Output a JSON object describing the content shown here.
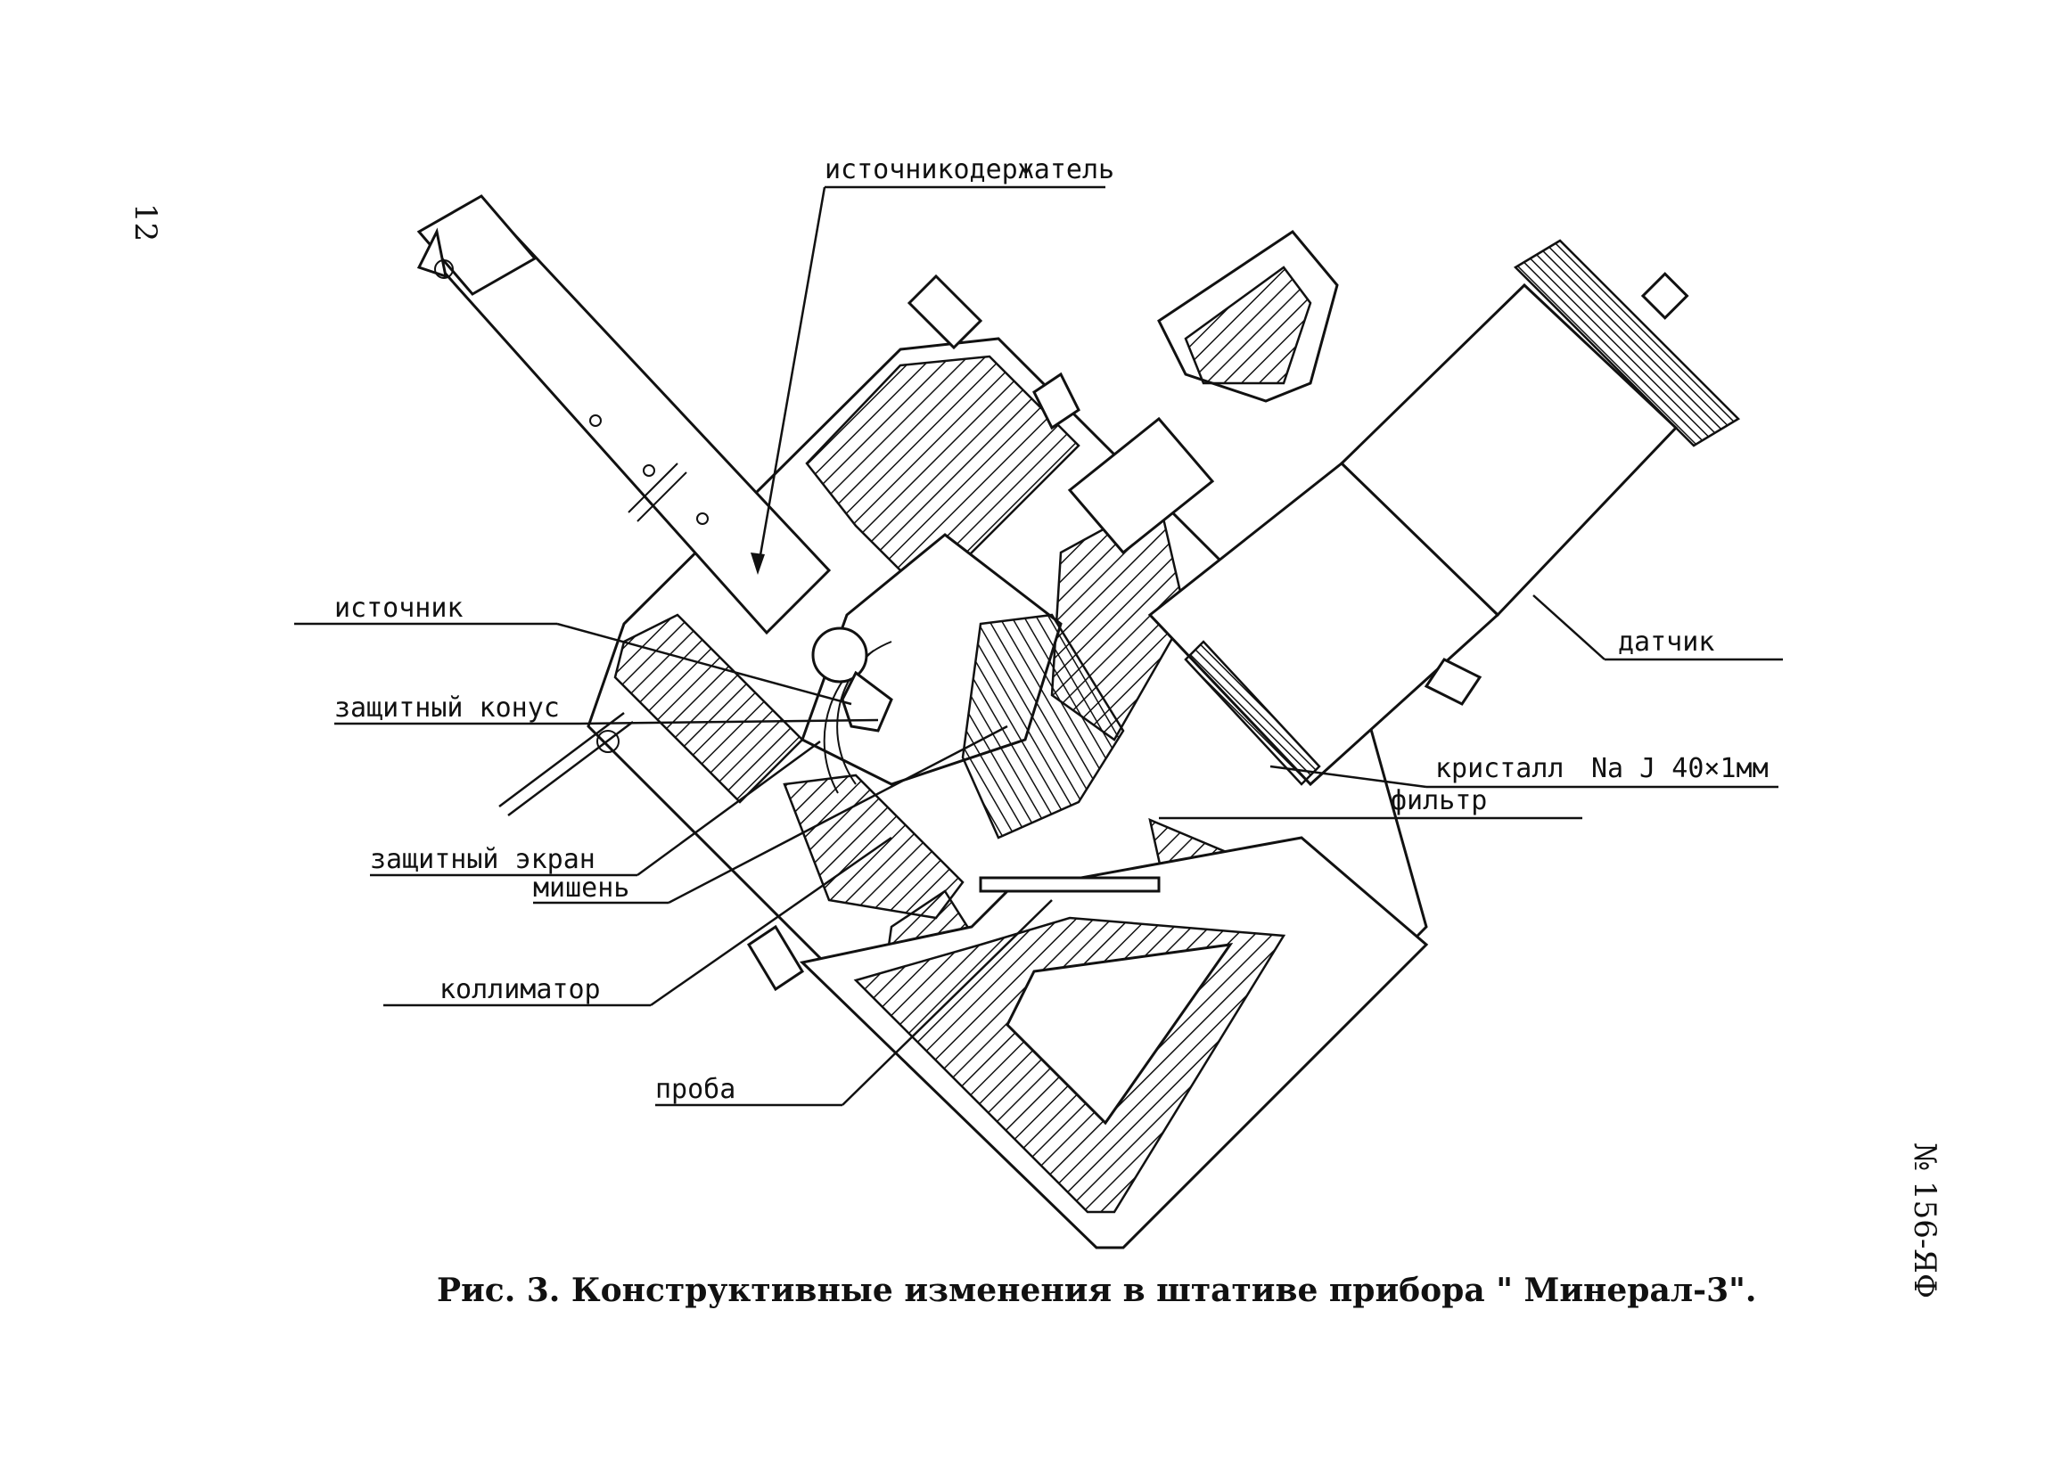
{
  "page_number": "12",
  "side_code": "№ 156-ЯФ",
  "caption": "Рис. 3. Конструктивные изменения в штативе прибора \" Минерал-3\".",
  "labels": {
    "source_holder": "источникодержатель",
    "source": "источник",
    "protective_cone": "защитный конус",
    "protective_screen": "защитный экран",
    "target": "мишень",
    "collimator": "коллиматор",
    "sample": "проба",
    "detector": "датчик",
    "crystal": "кристалл",
    "crystal_spec": "Na J 40×1мм",
    "filter": "фильтр"
  }
}
